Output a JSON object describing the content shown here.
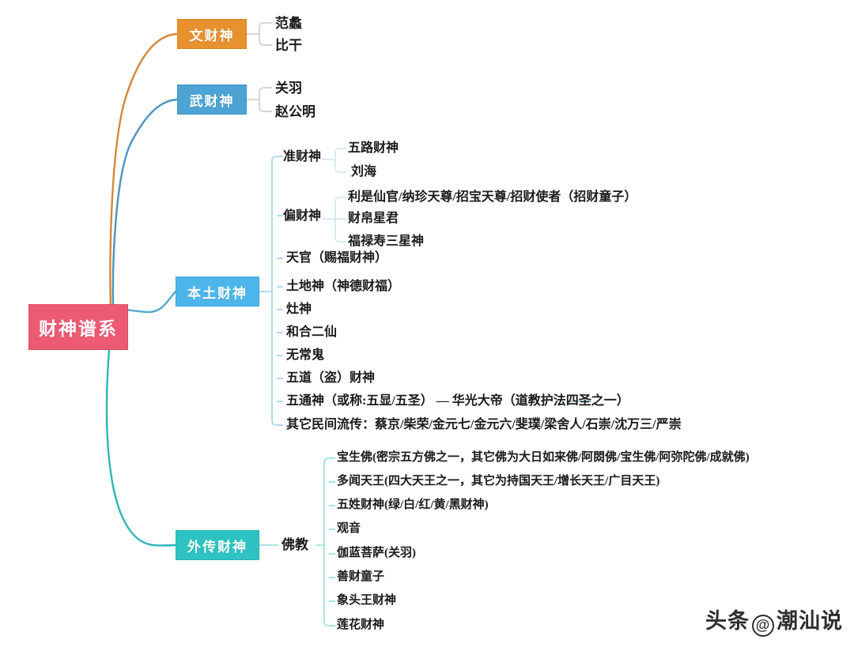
{
  "diagram": {
    "title": "财神谱系",
    "type": "mind-map",
    "root": {
      "label": "财神谱系",
      "color": "#ec5a74"
    },
    "branches": [
      {
        "id": "wen",
        "label": "文财神",
        "color": "#e8912f",
        "children": [
          {
            "label": "范蠡"
          },
          {
            "label": "比干"
          }
        ]
      },
      {
        "id": "wu",
        "label": "武财神",
        "color": "#4da3d4",
        "children": [
          {
            "label": "关羽"
          },
          {
            "label": "赵公明"
          }
        ]
      },
      {
        "id": "bentu",
        "label": "本土财神",
        "color": "#4cb6ea",
        "children": [
          {
            "label": "准财神",
            "children": [
              {
                "label": "五路财神"
              },
              {
                "label": "刘海"
              }
            ]
          },
          {
            "label": "偏财神",
            "children": [
              {
                "label": "利是仙官/纳珍天尊/招宝天尊/招财使者（招财童子）"
              },
              {
                "label": "财帛星君"
              },
              {
                "label": "福禄寿三星神"
              }
            ]
          },
          {
            "label": "天官（赐福财神）"
          },
          {
            "label": "土地神（神德财福）"
          },
          {
            "label": "灶神"
          },
          {
            "label": "和合二仙"
          },
          {
            "label": "无常鬼"
          },
          {
            "label": "五道（盗）财神"
          },
          {
            "label": "五通神（或称:五显/五圣） — 华光大帝（道教护法四圣之一）"
          },
          {
            "label": "其它民间流传：蔡京/柴荣/金元七/金元六/斐璞/梁舍人/石崇/沈万三/严崇"
          }
        ]
      },
      {
        "id": "waizhuan",
        "label": "外传财神",
        "color": "#2ec2c2",
        "children": [
          {
            "label": "佛教",
            "children": [
              {
                "label": "宝生佛(密宗五方佛之一，其它佛为大日如来佛/阿閦佛/宝生佛/阿弥陀佛/成就佛)"
              },
              {
                "label": "多闻天王(四大天王之一，其它为持国天王/增长天王/广目天王)"
              },
              {
                "label": "五姓财神(绿/白/红/黄/黑财神)"
              },
              {
                "label": "观音"
              },
              {
                "label": "伽蓝菩萨(关羽)"
              },
              {
                "label": "善财童子"
              },
              {
                "label": "象头王财神"
              },
              {
                "label": "莲花财神"
              }
            ]
          }
        ]
      }
    ]
  },
  "watermark": {
    "prefix": "头条",
    "at": "@",
    "account": "潮汕说"
  }
}
